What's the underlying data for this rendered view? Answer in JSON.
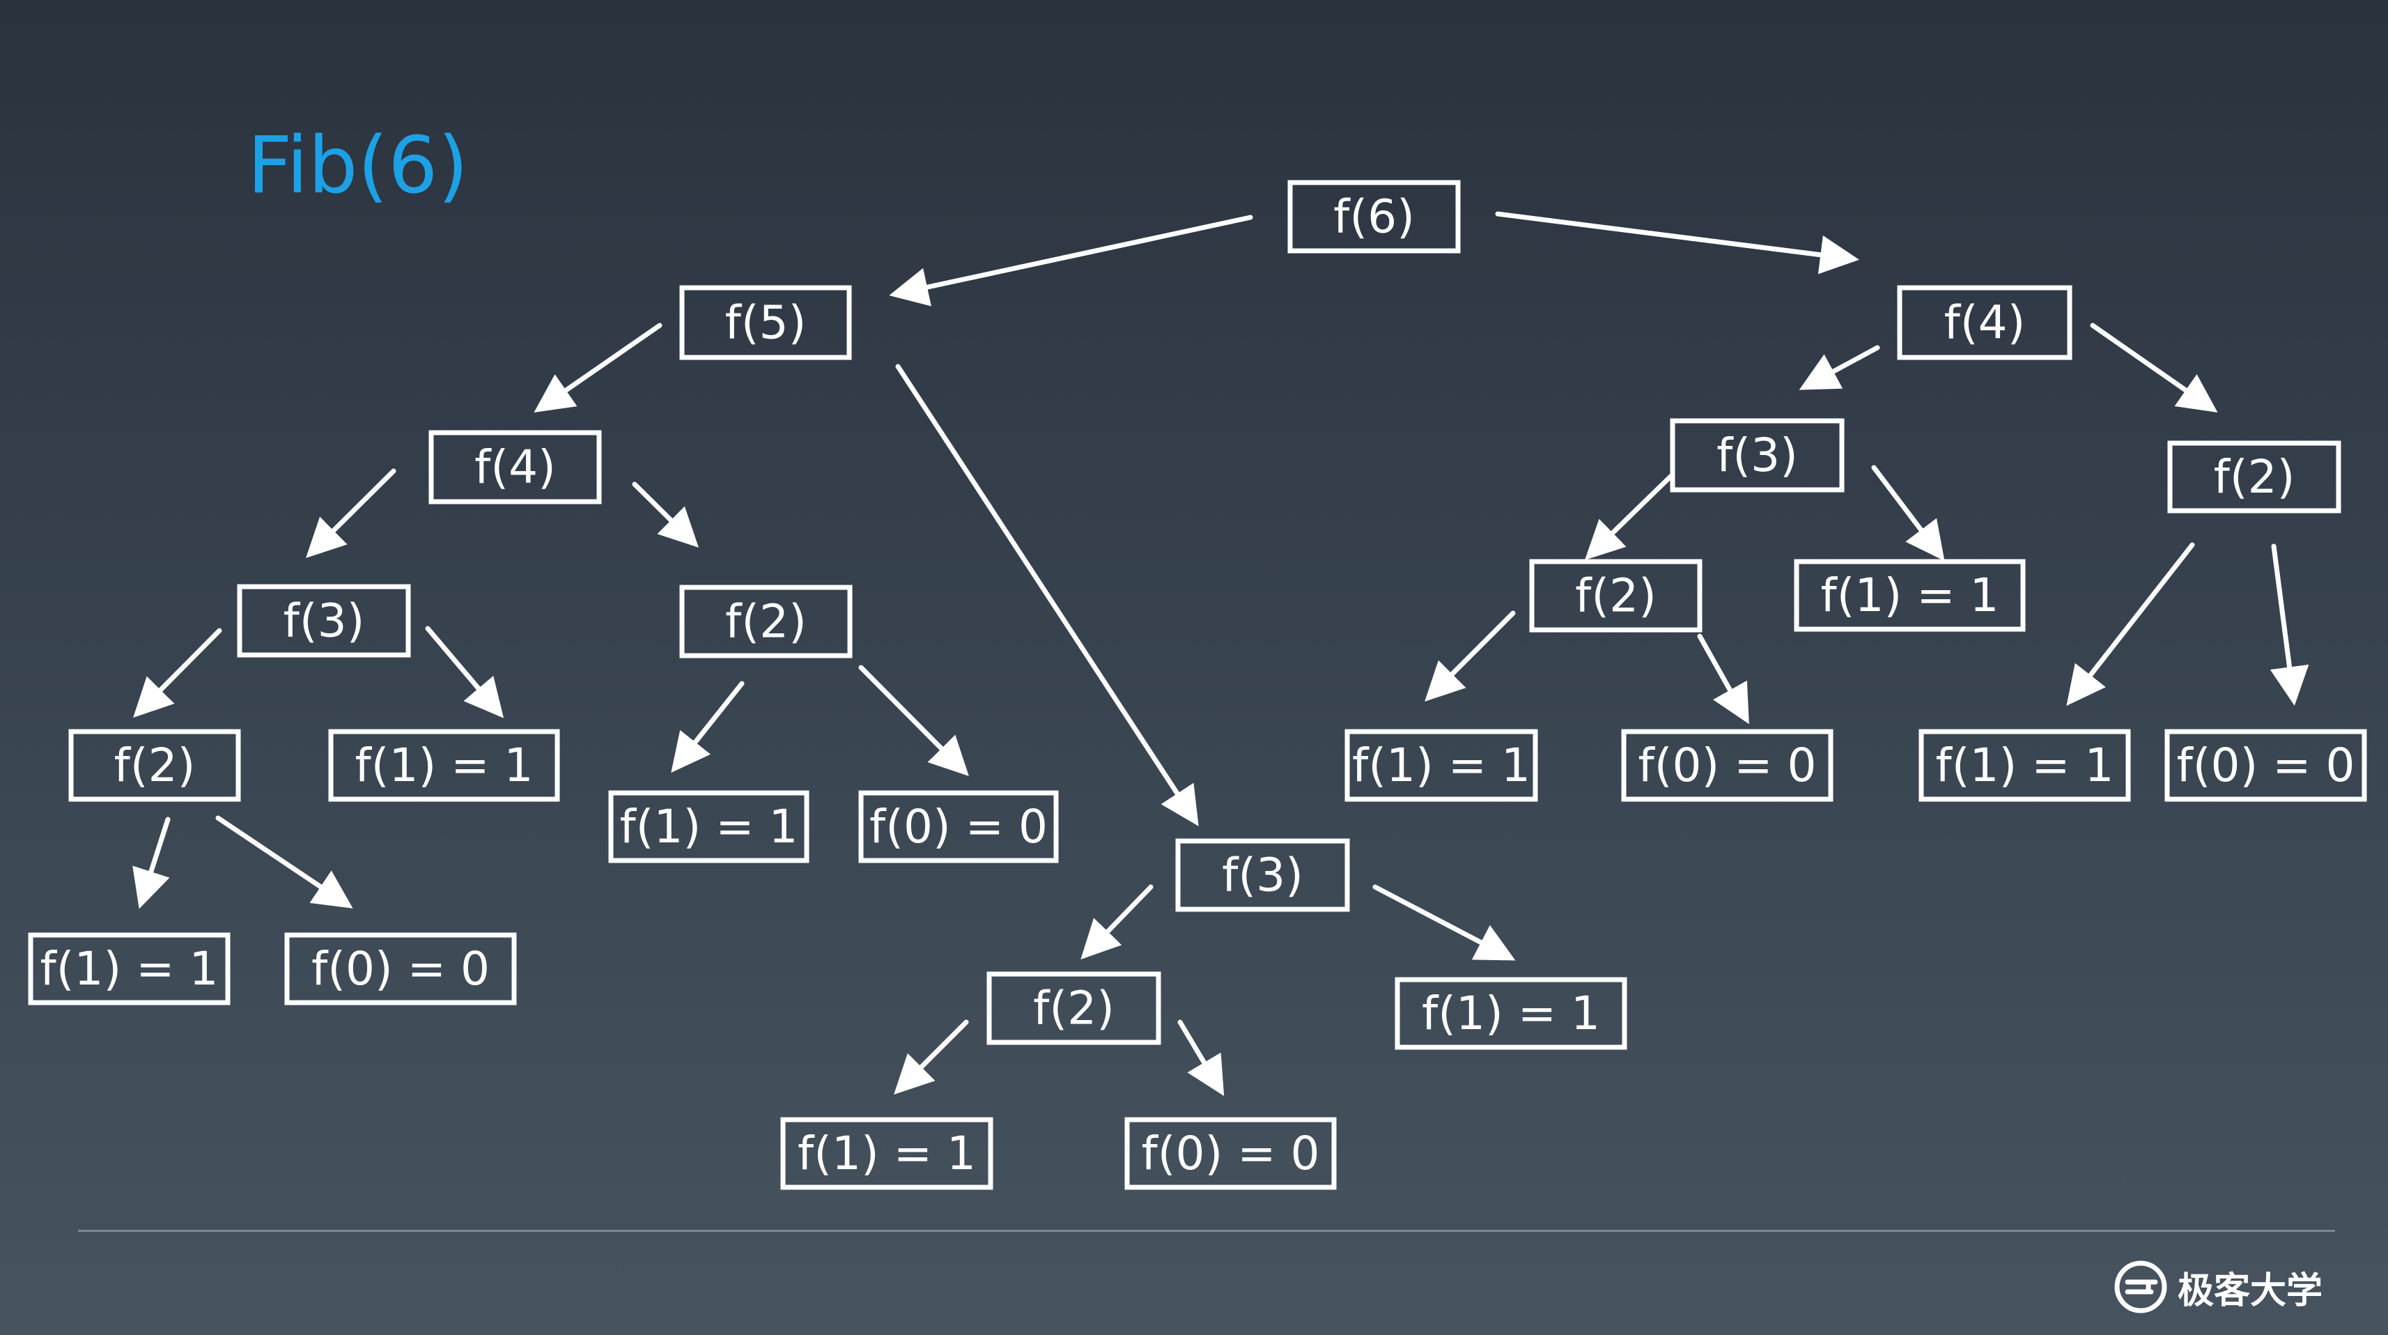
{
  "title": "Fib(6)",
  "brand": {
    "icon": "geekbang-logo-icon",
    "name": "极客大学"
  },
  "colors": {
    "title": "#1da1e6",
    "node": "#ffffff",
    "background": "#2f3945"
  },
  "tree": {
    "nodes": {
      "f6": "f(6)",
      "f5": "f(5)",
      "f4_right": "f(4)",
      "f4_left": "f(4)",
      "f3_mid": "f(3)",
      "f3_left": "f(3)",
      "f2_left_mid": "f(2)",
      "f2_leftmost": "f(2)",
      "f1_leftmost_sib": "f(1) = 1",
      "f1_ll": "f(1) = 1",
      "f0_ll": "f(0) = 0",
      "f1_lm": "f(1) = 1",
      "f0_lm": "f(0) = 0",
      "f2_mid": "f(2)",
      "f1_mid_sib": "f(1) = 1",
      "f1_mb": "f(1) = 1",
      "f0_mb": "f(0) = 0",
      "f3_right": "f(3)",
      "f2_right": "f(2)",
      "f2_under_f3r": "f(2)",
      "f1_f3r": "f(1) = 1",
      "f1_rr1": "f(1) = 1",
      "f0_rr1": "f(0) = 0",
      "f1_rr2": "f(1) = 1",
      "f0_rr2": "f(0) = 0"
    }
  }
}
